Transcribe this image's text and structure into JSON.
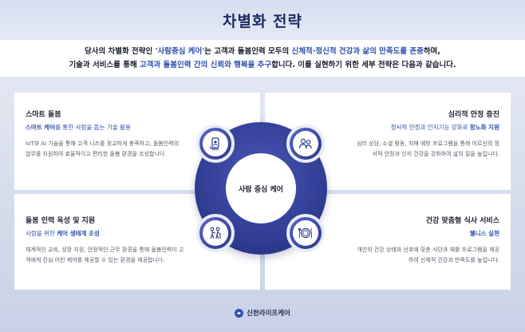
{
  "title": "차별화 전략",
  "intro": {
    "line1_a": "당사의 차별화 전략인 ",
    "line1_hl1": "'사람중심 케어'",
    "line1_b": "는 고객과 돌봄인력 모두의 ",
    "line1_hl2": "신체적·정신적 건강과 삶의 만족도를 존중",
    "line1_c": "하며,",
    "line2_a": "기술과 서비스를 통해 ",
    "line2_hl": "고객과 돌봄인력 간의 신뢰와 행복을 추구",
    "line2_b": "합니다. 이를 실현하기 위한 세부 전략은 다음과 같습니다."
  },
  "center_label": "사람 중심 케어",
  "cards": {
    "smart_care": {
      "title": "스마트 돌봄",
      "sub_a": "스마트 케어",
      "sub_b": "를 통한 사람을 돕는 기술 활용",
      "desc": "IoT와 AI 기술을 통해 고객 니즈를 정교하게 충족하고, 돌봄인력의 업무를 지원하여 효율적이고 편리한 돌봄 환경을 조성합니다."
    },
    "psychological": {
      "title": "심리적 안정 증진",
      "sub_a": "정서적 안정과 인지기능 강화로 ",
      "sub_b": "항노화 지원",
      "desc": "심리 상담, 소셜 활동, 치매 예방 프로그램을 통해 어르신의 정서적 안정과 인지 건강을 강화하여 삶의 질을 높입니다."
    },
    "workforce": {
      "title": "돌봄 인력 육성 및 지원",
      "sub_a": "사람을 위한 ",
      "sub_b": "케어 생태계 조성",
      "desc": "체계적인 교육, 성장 지원, 안정적인 근무 환경을 통해 돌봄인력이 고객에게 진심 어린 케어를 제공할 수 있는 환경을 제공합니다."
    },
    "meal": {
      "title": "건강 맞춤형 식사 서비스",
      "sub_b": "웰니스 실현",
      "desc": "개인의 건강 상태와 선호에 맞춘 식단과 재활 프로그램을 제공하여 신체적 건강과 만족도를 높입니다."
    }
  },
  "icons": {
    "tl": "smart-care-hand-icon",
    "tr": "two-people-icon",
    "bl": "caregiver-elder-icon",
    "br": "meal-plate-icon"
  },
  "footer_brand": "신한라이프케어",
  "colors": {
    "title": "#1e2c61",
    "accent": "#2f4fae",
    "ring": "#2c3a8e"
  }
}
